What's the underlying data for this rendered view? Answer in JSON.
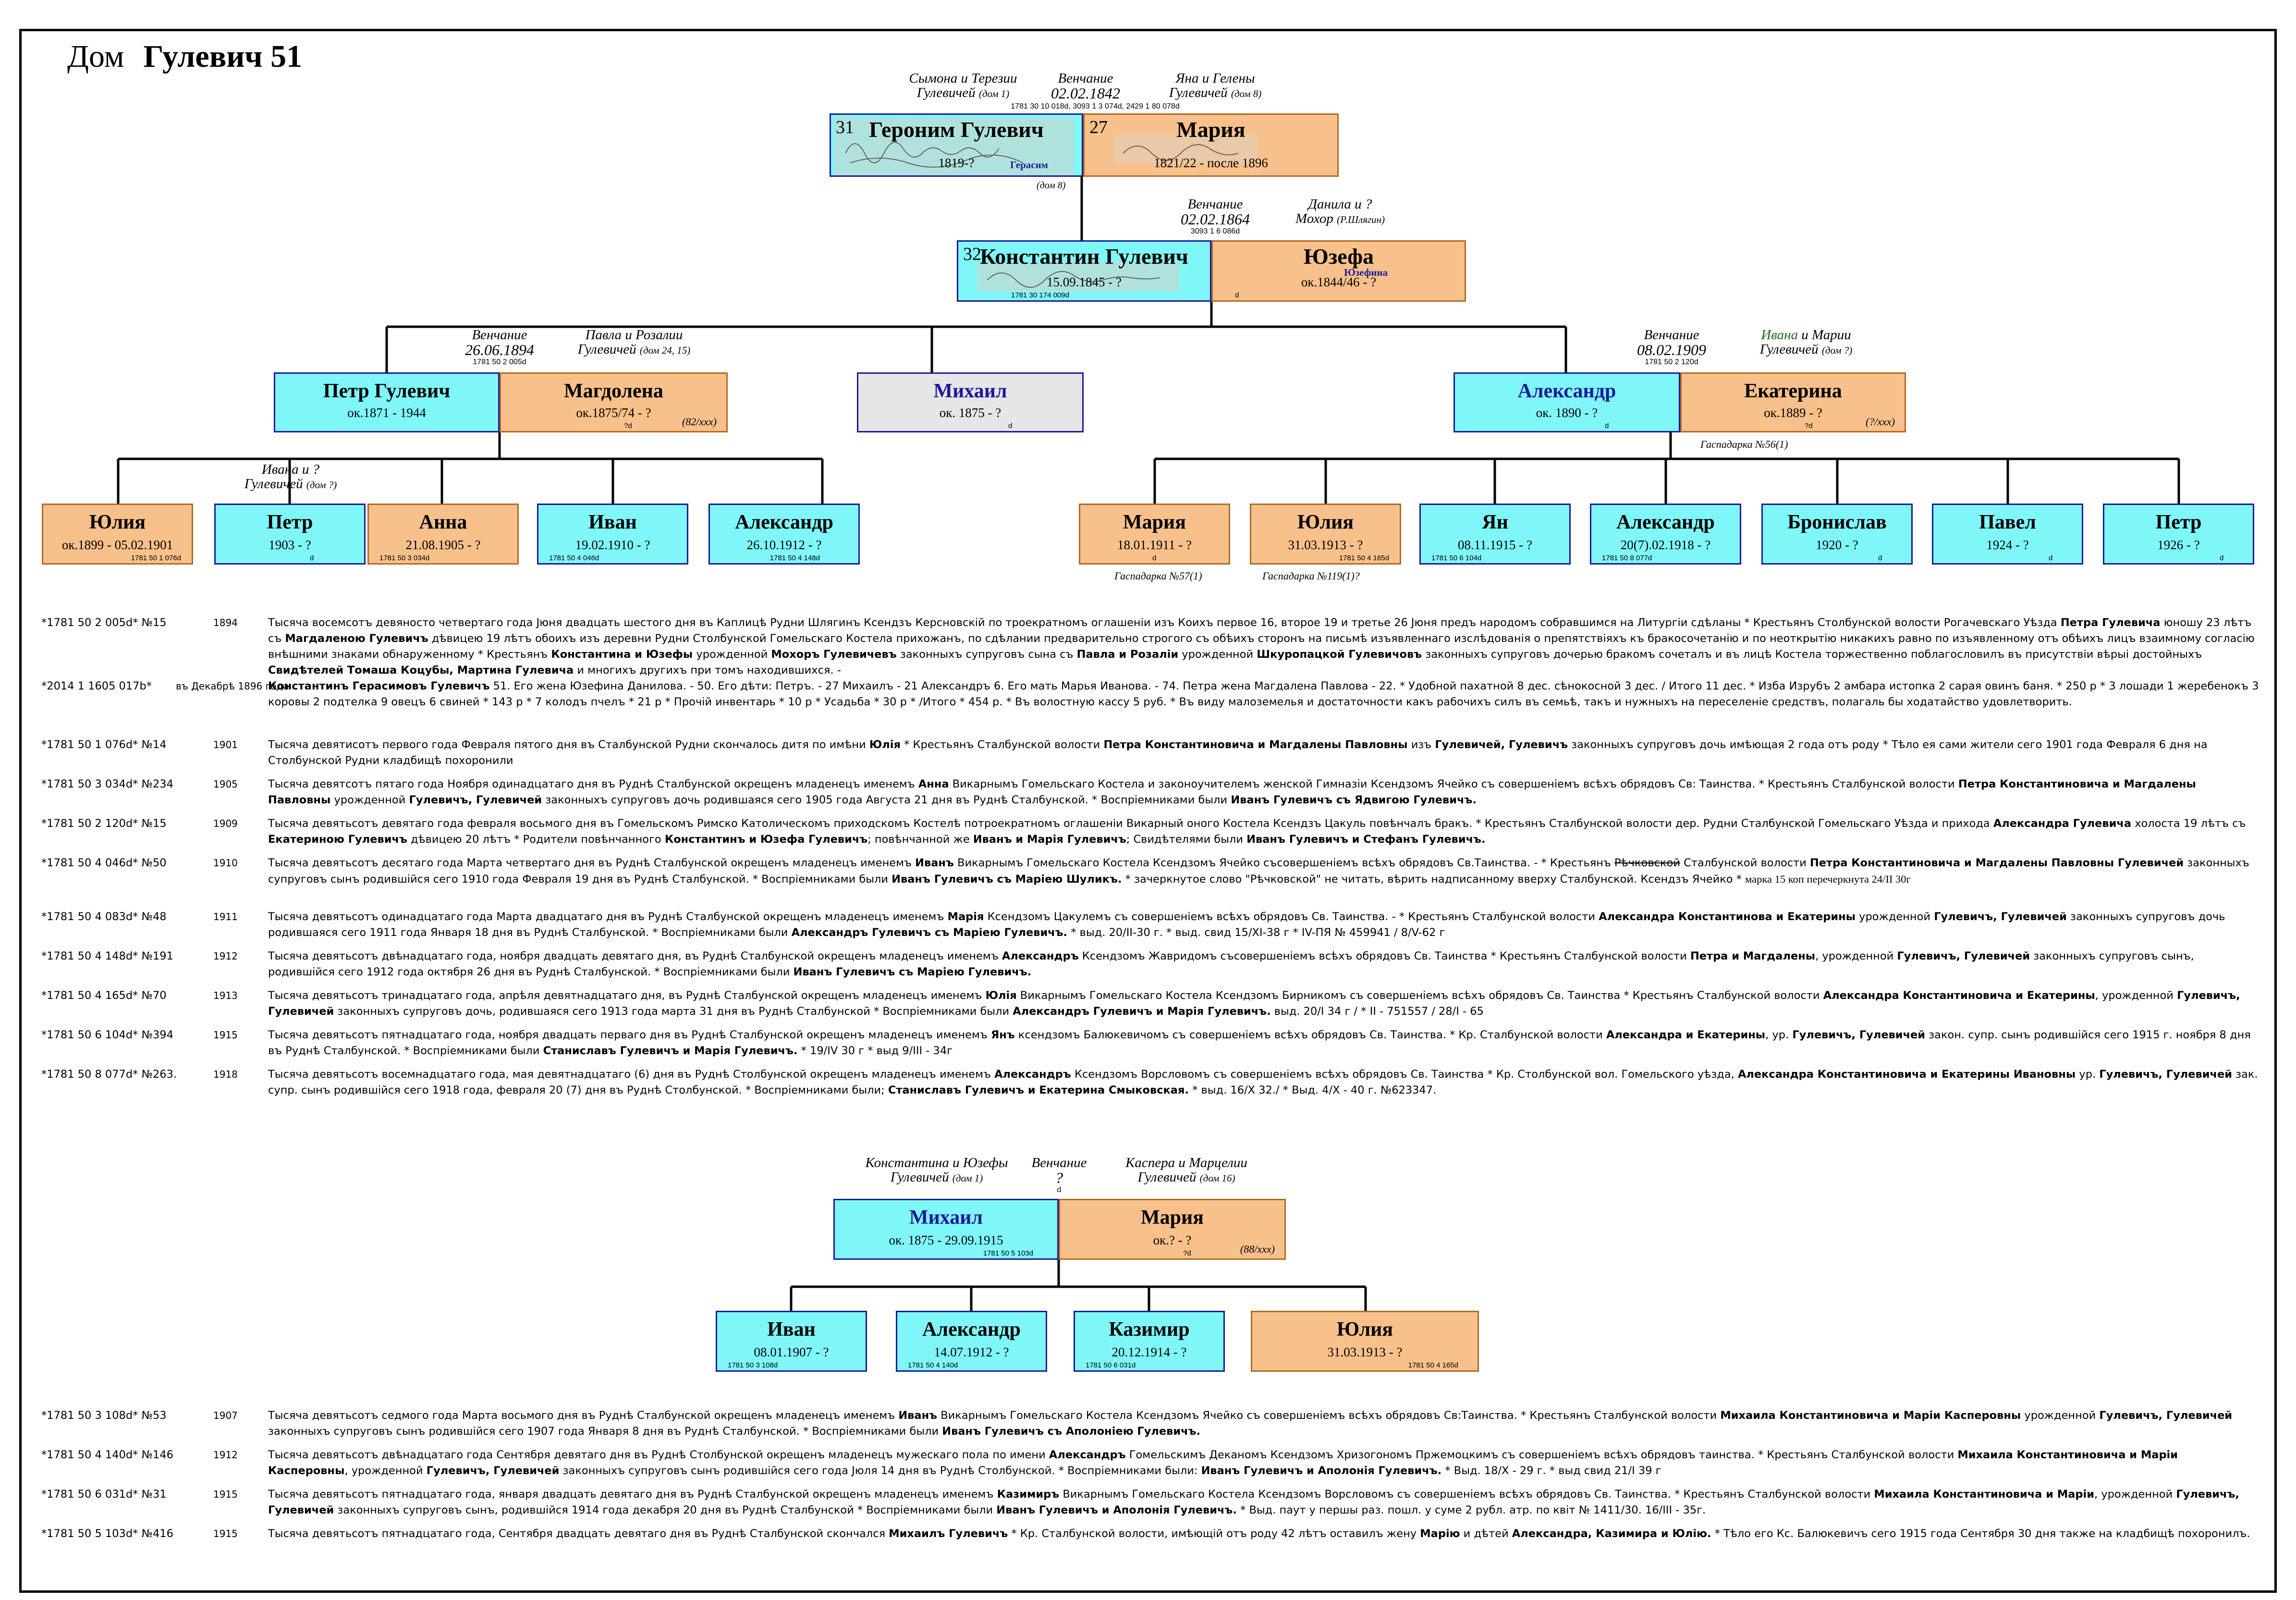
{
  "header": {
    "prefix": "Дом",
    "name": "Гулевич 51"
  },
  "top": {
    "left_parents": "Сымона и Терезии",
    "left_parents2": "Гулевичей",
    "left_house": "(дом 1)",
    "wedding_label": "Венчание",
    "wedding_date": "02.02.1842",
    "right_parents": "Яна и Гелены",
    "right_parents2": "Гулевичей",
    "right_house": "(дом 8)",
    "refline": "1781 30 10 018d, 3093 1 3 074d, 2429 1 80 078d",
    "husband": {
      "age": "31",
      "name": "Героним Гулевич",
      "dates": "1819-?",
      "alt": "Герасим",
      "house": "(дом 8)"
    },
    "wife": {
      "age": "27",
      "name": "Мария",
      "dates": "1821/22 - после 1896"
    }
  },
  "second": {
    "wedding_label": "Венчание",
    "wedding_date": "02.02.1864",
    "wedding_ref": "3093 1 6 086d",
    "wife_parents": "Данила и ?",
    "wife_parents2": "Мохор",
    "wife_parents_note": "(Р.Шлягин)",
    "husband": {
      "age": "32",
      "name": "Константин Гулевич",
      "dates": "15.09.1845 - ?",
      "ref": "1781 30 174 009d"
    },
    "wife": {
      "name": "Юзефа",
      "alt": "Юзефина",
      "dates": "ок.1844/46 - ?",
      "ref": "d"
    }
  },
  "third": {
    "petr_wedding_label": "Венчание",
    "petr_wedding_date": "26.06.1894",
    "petr_wedding_ref": "1781 50 2 005d",
    "magd_parents": "Павла и Розалии",
    "magd_parents2": "Гулевичей",
    "magd_house": "(дом 24, 15)",
    "petr": {
      "name": "Петр Гулевич",
      "dates": "ок.1871 - 1944"
    },
    "magd": {
      "name": "Магдолена",
      "dates": "ок.1875/74 - ?",
      "ref": "?d",
      "note": "(82/ххх)"
    },
    "mikhail": {
      "name": "Михаил",
      "dates": "ок. 1875 - ?",
      "ref": "d"
    },
    "alex_wedding_label": "Венчание",
    "alex_wedding_date": "08.02.1909",
    "alex_wedding_ref": "1781 50 2 120d",
    "ekat_parents_a": "Ивана",
    "ekat_parents_b": "и Марии",
    "ekat_parents2": "Гулевичей",
    "ekat_house": "(дом ?)",
    "alex": {
      "name": "Александр",
      "dates": "ок. 1890 - ?",
      "ref": "d"
    },
    "ekat": {
      "name": "Екатерина",
      "dates": "ок.1889 - ?",
      "ref": "?d",
      "note": "(?/ххх)"
    },
    "ekat_under": "Гаспадарка №56(1)"
  },
  "petr_children": {
    "petr_parents": "Ивана и ?",
    "petr_parents2": "Гулевичей",
    "petr_house": "(дом ?)",
    "items": [
      {
        "name": "Юлия",
        "dates": "ок.1899 - 05.02.1901",
        "ref": "1781 50 1 076d"
      },
      {
        "name": "Петр",
        "dates": "1903 - ?",
        "ref": "d"
      },
      {
        "name": "Анна",
        "dates": "21.08.1905 - ?",
        "ref": "1781 50 3 034d"
      },
      {
        "name": "Иван",
        "dates": "19.02.1910 - ?",
        "ref": "1781 50 4 046d"
      },
      {
        "name": "Александр",
        "dates": "26.10.1912 - ?",
        "ref": "1781 50 4 148d"
      }
    ]
  },
  "alex_children": {
    "items": [
      {
        "name": "Мария",
        "dates": "18.01.1911 - ?",
        "ref": "d",
        "under": "Гаспадарка №57(1)"
      },
      {
        "name": "Юлия",
        "dates": "31.03.1913 - ?",
        "ref": "1781 50 4 165d",
        "under": "Гаспадарка №119(1)?"
      },
      {
        "name": "Ян",
        "dates": "08.11.1915 - ?",
        "ref": "1781 50 6 104d"
      },
      {
        "name": "Александр",
        "dates": "20(7).02.1918 - ?",
        "ref": "1781 50 8 077d"
      },
      {
        "name": "Бронислав",
        "dates": "1920 - ?",
        "ref": "d"
      },
      {
        "name": "Павел",
        "dates": "1924 - ?",
        "ref": "d"
      },
      {
        "name": "Петр",
        "dates": "1926 - ?",
        "ref": "d"
      }
    ]
  },
  "records1": [
    {
      "id": "*1781 50 2 005d* №15",
      "year": "1894",
      "html": "Тысяча восемсотъ девяносто четвертаго года Jюня двадцать шестого дня въ Каплицѣ Рудни Шлягинъ Ксендзъ Керсновскій по троекратномъ оглашеніи изъ Коихъ первое 16, второе 19 и третье 26 Jюня предъ народомъ собравшимся на Литургіи сдѣланы * Крестьянъ Столбунской волости Рогачевскаго Уѣзда <b>Петра Гулевича</b> юношу 23 лѣтъ съ <b>Магдаленою Гулевичъ</b> дѣвицею 19 лѣтъ обоихъ изъ деревни Рудни Столбунской Гомельскаго Костела прихожанъ, по сдѣлании предварительно строгого съ обѣихъ сторонъ на письмѣ изъявленнаго изслѣдованія о препятствіяхъ къ бракосочетанію и по неоткрытію никакихъ равно по изъявленному отъ обѣихъ лицъ взаимному согласію внѣшними знаками обнаруженному * Крестьянъ <b>Константина и Юзефы</b> урожденной <b>Мохоръ Гулевичевъ</b> законныхъ супруговъ сына съ <b>Павла и Розаліи</b> урожденной <b>Шкуропацкой Гулевичовъ</b> законныхъ супруговъ дочерью бракомъ сочеталъ и въ лицѣ Костела торжественно поблагословилъ въ присутствіи вѣрыі достойныхъ <b>Свидѣтелей Томаша Коцубы, Мартина Гулевича</b> и многихъ другихъ при томъ находившихся. -"
    },
    {
      "id": "*2014 1 1605 017b*",
      "year": "въ Декабрѣ 1896 года",
      "html": "<b>Константинъ Герасимовъ Гулевичъ</b> 51. Его жена Юзефина Данилова. - 50. Его дѣти: Петръ. - 27 Михаилъ - 21 Александръ 6. Его мать Марья Иванова. - 74. Петра жена Магдалена Павлова - 22. * Удобной пахатной 8 дес. сѣнокосной 3 дес. / Итого 11 дес. * Изба Изрубъ 2 амбара истопка 2 сарая овинъ баня. * 250 р * 3 лошади 1 жеребенокъ 3 коровы 2 подтелка 9 овецъ 6 свиней * 143 р * 7 колодъ пчелъ * 21 р * Прочій инвентарь * 10 р * Усадьба * 30 р * /Итого * 454 р. * Въ волостную кассу 5 руб. * Въ виду малоземелья и достаточности какъ рабочихъ силъ въ семьѣ, такъ и нужныхъ на переселеніе средствъ, полагаль бы ходатайство удовлетворить."
    },
    {
      "id": "*1781 50 1 076d* №14",
      "year": "1901",
      "html": "Тысяча девятисотъ первого года Февраля пятого дня въ Сталбунской Рудни скончалось дитя по имѣни <b>Юлія</b> * Крестьянъ Сталбунской волости <b>Петра Константиновича и Магдалены Павловны</b> изъ <b>Гулевичей, Гулевичъ</b> законныхъ супруговъ дочь имѣющая 2 года отъ роду * Тѣло ея сами жители сего 1901 года Февраля 6 дня на Столбунской Рудни кладбищѣ похоронили"
    },
    {
      "id": "*1781 50 3 034d* №234",
      "year": "1905",
      "html": "Тысяча девятсотъ пятаго года Ноября одинадцатаго дня въ Руднѣ Сталбунской окрещенъ младенецъ именемъ <b>Анна</b> Викарнымъ Гомельскаго Костела и законоучителемъ женской Гимназіи Ксендзомъ Ячейко съ совершеніемъ всѣхъ обрядовъ Св: Таинства. * Крестьянъ Сталбунской волости <b>Петра Константиновича и Магдалены Павловны</b> урожденной <b>Гулевичъ, Гулевичей</b> законныхъ супруговъ дочь родившаяся сего 1905 года Августа 21 дня въ Руднѣ Сталбунской. * Воспріемниками были <b>Иванъ Гулевичъ съ Ядвигою Гулевичъ.</b>"
    },
    {
      "id": "*1781 50 2 120d* №15",
      "year": "1909",
      "html": "Тысяча девятьсотъ девятаго года февраля восьмого дня въ Гомельскомъ Римско Католическомъ приходскомъ Костелѣ потроекратномъ оглашеніи Викарный оного Костела Ксендзъ Цакуль повѣнчалъ бракъ. * Крестьянъ Сталбунской волости дер. Рудни Сталбунской Гомельскаго Уѣзда и прихода <b>Александра Гулевича</b> холоста 19 лѣтъ съ <b>Екатериною Гулевичъ</b> дѣвицею 20 лѣтъ * Родители повѣнчанного <b>Константинъ и Юзефа Гулевичъ</b>; повѣнчанной же <b>Иванъ и Марія Гулевичъ</b>; Свидѣтелями были <b>Иванъ Гулевичъ и Стефанъ Гулевичъ.</b>"
    },
    {
      "id": "*1781 50 4 046d* №50",
      "year": "1910",
      "html": "Тысяча девятьсотъ десятаго года Марта четвертаго дня въ Руднѣ Сталбунской окрещенъ младенецъ именемъ <b>Иванъ</b> Викарнымъ Гомельскаго Костела Ксендзомъ Ячейко съсовершеніемъ всѣхъ обрядовъ Св.Таинства. - * Крестьянъ <s>Рѣчковской</s> Сталбунской волости <b>Петра Константиновича и Магдалены Павловны Гулевичей</b> законныхъ супруговъ сынъ родившійся сего 1910 года Февраля 19 дня въ Руднѣ Сталбунской. * Воспріемниками были <b>Иванъ Гулевичъ съ Маріею Шуликъ.</b> * зачеркнутое слово \"Рѣчковской\" не читать, вѣрить надписанному вверху Сталбунской. Ксендзъ Ячейко * <span style=\"font-family:'Liberation Serif',serif\">марка 15 коп перечеркнута 24/II 30г</span>"
    },
    {
      "id": "*1781 50 4 083d* №48",
      "year": "1911",
      "html": "Тысяча девятьсотъ одинадцатаго года Марта двадцатаго дня въ Руднѣ Сталбунской окрещенъ младенецъ именемъ <b>Марія</b> Ксендзомъ Цакулемъ съ совершеніемъ всѣхъ обрядовъ Св. Таинства. - * Крестьянъ Сталбунской волости <b>Александра Константинова и Екатерины</b> урожденной <b>Гулевичъ, Гулевичей</b> законныхъ супруговъ дочь родившаяся сего 1911 года Января 18 дня въ Руднѣ Сталбунской. * Воспріемниками были <b>Александръ Гулевичъ съ Маріею Гулевичъ.</b> * выд. 20/II-30 г. * выд. свид 15/XI-38 г * IV-ПЯ № 459941 / 8/V-62 г"
    },
    {
      "id": "*1781 50 4 148d* №191",
      "year": "1912",
      "html": "Тысяча девятьсотъ двѣнадцатаго года, ноября двадцать девятаго дня, въ Руднѣ Сталбунской окрещенъ младенецъ именемъ <b>Александръ</b> Ксендзомъ Жавридомъ съсовершеніемъ всѣхъ обрядовъ Св. Таинства * Крестьянъ Сталбунской волости <b>Петра и Магдалены</b>, урожденной <b>Гулевичъ, Гулевичей</b> законныхъ супруговъ сынъ, родившійся сего 1912 года октября 26 дня въ Руднѣ Сталбунской. * Воспріемниками были <b>Иванъ Гулевичъ съ Маріею Гулевичъ.</b>"
    },
    {
      "id": "*1781 50 4 165d* №70",
      "year": "1913",
      "html": "Тысяча девятьсотъ тринадцатаго года, апрѣля девятнадцатаго дня, въ Руднѣ Сталбунской окрещенъ младенецъ именемъ <b>Юлія</b> Викарнымъ Гомельскаго Костела Ксендзомъ Бирникомъ съ совершеніемъ всѣхъ обрядовъ Св. Таинства * Крестьянъ Сталбунской волости <b>Александра Константиновича и Екатерины</b>, урожденной <b>Гулевичъ, Гулевичей</b> законныхъ супруговъ дочь, родившаяся сего 1913 года марта 31 дня въ Руднѣ Сталбунской * Воспріемниками были <b>Александръ Гулевичъ и Марія Гулевичъ.</b> выд. 20/I 34 г / * II - 751557 / 28/I - 65"
    },
    {
      "id": "*1781 50 6 104d* №394",
      "year": "1915",
      "html": "Тысяча девятьсотъ пятнадцатаго года, ноября двадцать перваго дня въ Руднѣ Сталбунской окрещенъ младенецъ именемъ <b>Янъ</b> ксендзомъ Балюкевичомъ съ совершеніемъ всѣхъ обрядовъ Св. Таинства. * Кр. Сталбунской волости <b>Александра и Екатерины</b>, ур. <b>Гулевичъ, Гулевичей</b> закон. супр. сынъ родившійся сего 1915 г. ноября 8 дня въ Руднѣ Сталбунской. * Воспріемниками были <b>Станиславъ Гулевичъ и Марія Гулевичъ.</b> * 19/IV 30 г * выд 9/III - 34г"
    },
    {
      "id": "*1781 50 8 077d* №263.",
      "year": "1918",
      "html": "Тысяча девятьсотъ восемнадцатаго года, мая девятнадцатаго (6) дня въ Руднѣ Столбунской окрещенъ младенецъ именемъ <b>Александръ</b> Ксендзомъ Ворсловомъ съ совершеніемъ всѣхъ обрядовъ Св. Таинства * Кр. Столбунской вол. Гомельского уѣзда, <b>Александра Константиновича и Екатерины Ивановны</b> ур. <b>Гулевичъ, Гулевичей</b> зак. супр. сынъ родившійся сего 1918 года, февраля 20 (7) дня въ Руднѣ Столбунской. * Воспріемниками были; <b>Станиславъ Гулевичъ и Екатерина Смыковская.</b> * выд. 16/X 32./ * Выд. 4/X - 40 г. №623347."
    }
  ],
  "mikhail_family": {
    "husband_parents": "Константина и Юзефы",
    "husband_parents2": "Гулевичей",
    "husband_house": "(дом 1)",
    "wedding_label": "Венчание",
    "wedding_date": "?",
    "wedding_ref": "d",
    "wife_parents": "Каспера и Марцелии",
    "wife_parents2": "Гулевичей",
    "wife_house": "(дом 16)",
    "husband": {
      "name": "Михаил",
      "dates": "ок. 1875 - 29.09.1915",
      "ref": "1781 50 5 103d"
    },
    "wife": {
      "name": "Мария",
      "dates": "ок.? - ?",
      "ref": "?d",
      "note": "(88/ххх)"
    },
    "children": [
      {
        "name": "Иван",
        "dates": "08.01.1907 - ?",
        "ref": "1781 50 3 108d",
        "sex": "m"
      },
      {
        "name": "Александр",
        "dates": "14.07.1912 - ?",
        "ref": "1781 50 4 140d",
        "sex": "m"
      },
      {
        "name": "Казимир",
        "dates": "20.12.1914 - ?",
        "ref": "1781 50 6 031d",
        "sex": "m"
      },
      {
        "name": "Юлия",
        "dates": "31.03.1913 - ?",
        "ref": "1781 50 4 165d",
        "sex": "f"
      }
    ]
  },
  "records2": [
    {
      "id": "*1781 50 3 108d* №53",
      "year": "1907",
      "html": "Тысяча девятьсотъ седмого года Марта восьмого дня въ Руднѣ Сталбунской окрещенъ младенецъ именемъ <b>Иванъ</b> Викарнымъ Гомельскаго Костела Ксендзомъ Ячейко съ совершеніемъ всѣхъ обрядовъ Св:Таинства. * Крестьянъ Сталбунской волости <b>Михаила Константиновича и Маріи Касперовны</b> урожденной <b>Гулевичъ, Гулевичей</b> законныхъ супруговъ сынъ родившійся сего 1907 года Января 8 дня въ Руднѣ Сталбунской. * Воспріемниками были <b>Иванъ Гулевичъ съ Аполоніею Гулевичъ.</b>"
    },
    {
      "id": "*1781 50 4 140d* №146",
      "year": "1912",
      "html": "Тысяча девятьсотъ двѣнадцатаго года Сентября девятаго дня въ Руднѣ Столбунской окрещенъ младенецъ мужескаго пола по имени <b>Александръ</b> Гомельскимъ Деканомъ Ксендзомъ Хризогономъ Пржемоцкимъ съ совершеніемъ всѣхъ обрядовъ таинства. * Крестьянъ Сталбунской волости <b>Михаила Константиновича и Маріи Касперовны</b>, урожденной <b>Гулевичъ, Гулевичей</b> законныхъ супруговъ сынъ родившійся сего года Jюля 14 дня въ Руднѣ Столбунской. * Воспріемниками были: <b>Иванъ Гулевичъ и Аполонія Гулевичъ.</b> * Выд. 18/X - 29 г. * выд свид 21/I 39 г"
    },
    {
      "id": "*1781 50 6 031d* №31",
      "year": "1915",
      "html": "Тысяча девятьсотъ пятнадцатаго года, января двадцать девятаго дня въ Руднѣ Сталбунской окрещенъ младенецъ именемъ <b>Казимиръ</b> Викарнымъ Гомельскаго Костела Ксендзомъ Ворсловомъ съ совершеніемъ всѣхъ обрядовъ Св. Таинства. * Крестьянъ Сталбунской волости <b>Михаила Константиновича и Маріи</b>, урожденной <b>Гулевичъ, Гулевичей</b> законныхъ супруговъ сынъ, родившійся 1914 года декабря 20 дня въ Руднѣ Сталбунской * Воспріемниками были <b>Иванъ Гулевичъ и Аполонія Гулевичъ.</b> * Выд. паут у першы раз. пошл. у суме 2 рубл. атр. по квіт № 1411/30. 16/III - 35г."
    },
    {
      "id": "*1781 50 5 103d* №416",
      "year": "1915",
      "html": "Тысяча девятьсотъ пятнадцатаго года, Сентября двадцать девятаго дня въ Руднѣ Сталбунской скончался <b>Михаилъ Гулевичъ</b> * Кр. Сталбунской волости, имѣющій отъ роду 42 лѣтъ оставилъ жену <b>Марію</b> и дѣтей <b>Александра, Казимира и Юлію.</b> * Тѣло его Кс. Балюкевичъ сего 1915 года Сентября 30 дня также на кладбищѣ похоронилъ."
    }
  ]
}
